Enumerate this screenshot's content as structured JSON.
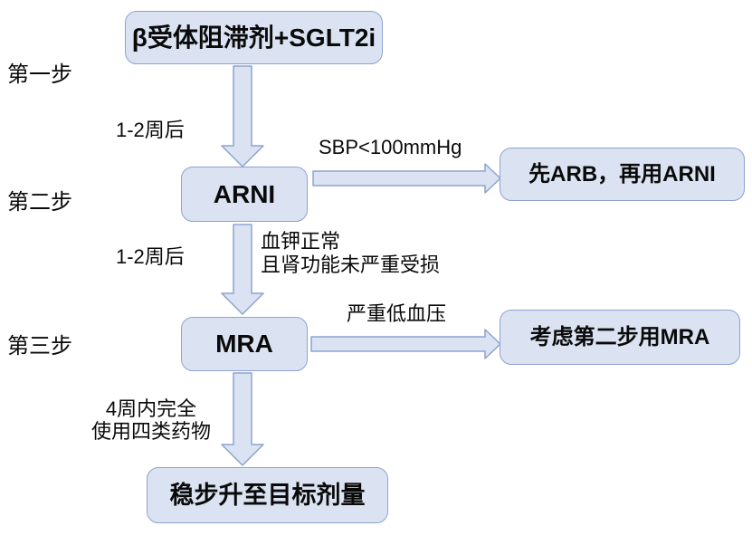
{
  "colors": {
    "background": "#ffffff",
    "shape_fill": "#dbe3f2",
    "shape_border": "#8da3cf",
    "text": "#0a0a0a"
  },
  "steps": [
    {
      "label": "第一步"
    },
    {
      "label": "第二步"
    },
    {
      "label": "第三步"
    }
  ],
  "nodes": {
    "start": "β受体阻滞剂+SGLT2i",
    "arni": "ARNI",
    "arb_first": "先ARB，再用ARNI",
    "mra": "MRA",
    "mra_step2": "考虑第二步用MRA",
    "target_dose": "稳步升至目标剂量"
  },
  "edge_labels": {
    "weeks_1": "1-2周后",
    "sbp_low": "SBP<100mmHg",
    "weeks_2": "1-2周后",
    "potassium_line1": "血钾正常",
    "potassium_line2": "且肾功能未严重受损",
    "hypotension": "严重低血压",
    "four_weeks_line1": "4周内完全",
    "four_weeks_line2": "使用四类药物"
  }
}
